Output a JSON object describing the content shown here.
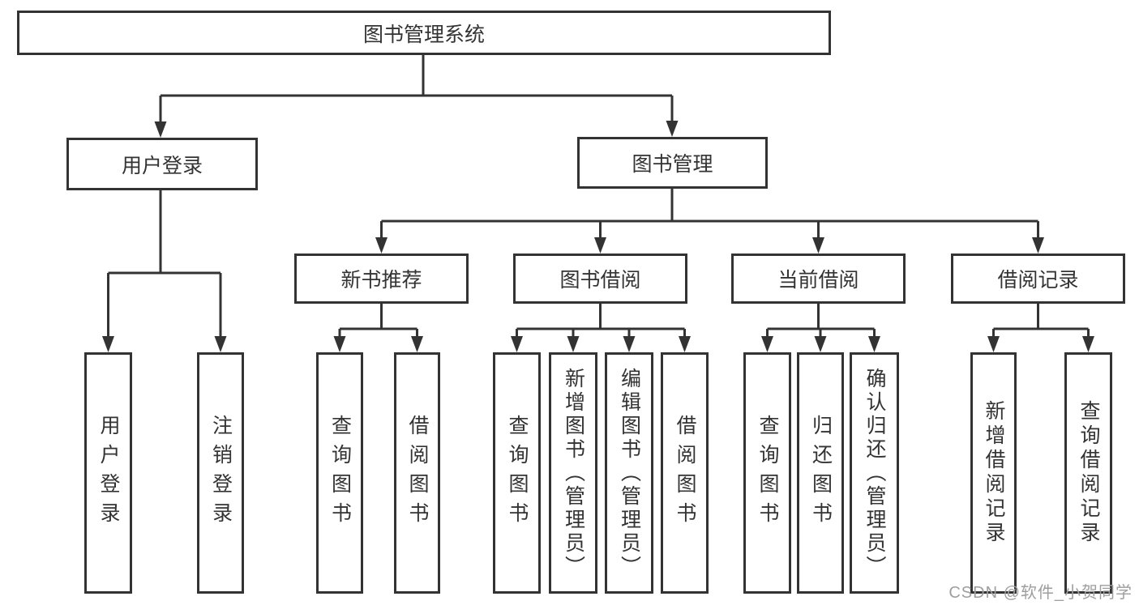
{
  "tree": {
    "label": "图书管理系统",
    "children": [
      {
        "label": "用户登录",
        "children": [
          {
            "label": "用户登录"
          },
          {
            "label": "注销登录"
          }
        ]
      },
      {
        "label": "图书管理",
        "children": [
          {
            "label": "新书推荐",
            "children": [
              {
                "label": "查询图书"
              },
              {
                "label": "借阅图书"
              }
            ]
          },
          {
            "label": "图书借阅",
            "children": [
              {
                "label": "查询图书"
              },
              {
                "label": "新增图书（管理员）"
              },
              {
                "label": "编辑图书（管理员）"
              },
              {
                "label": "借阅图书"
              }
            ]
          },
          {
            "label": "当前借阅",
            "children": [
              {
                "label": "查询图书"
              },
              {
                "label": "归还图书"
              },
              {
                "label": "确认归还（管理员）"
              }
            ]
          },
          {
            "label": "借阅记录",
            "children": [
              {
                "label": "新增借阅记录"
              },
              {
                "label": "查询借阅记录"
              }
            ]
          }
        ]
      }
    ]
  },
  "watermark": "CSDN @软件_小贺同学",
  "colors": {
    "line": "#333333",
    "text": "#333333",
    "node_background": "#ffffff",
    "watermark": "#9e9e9e",
    "background": "#ffffff"
  }
}
